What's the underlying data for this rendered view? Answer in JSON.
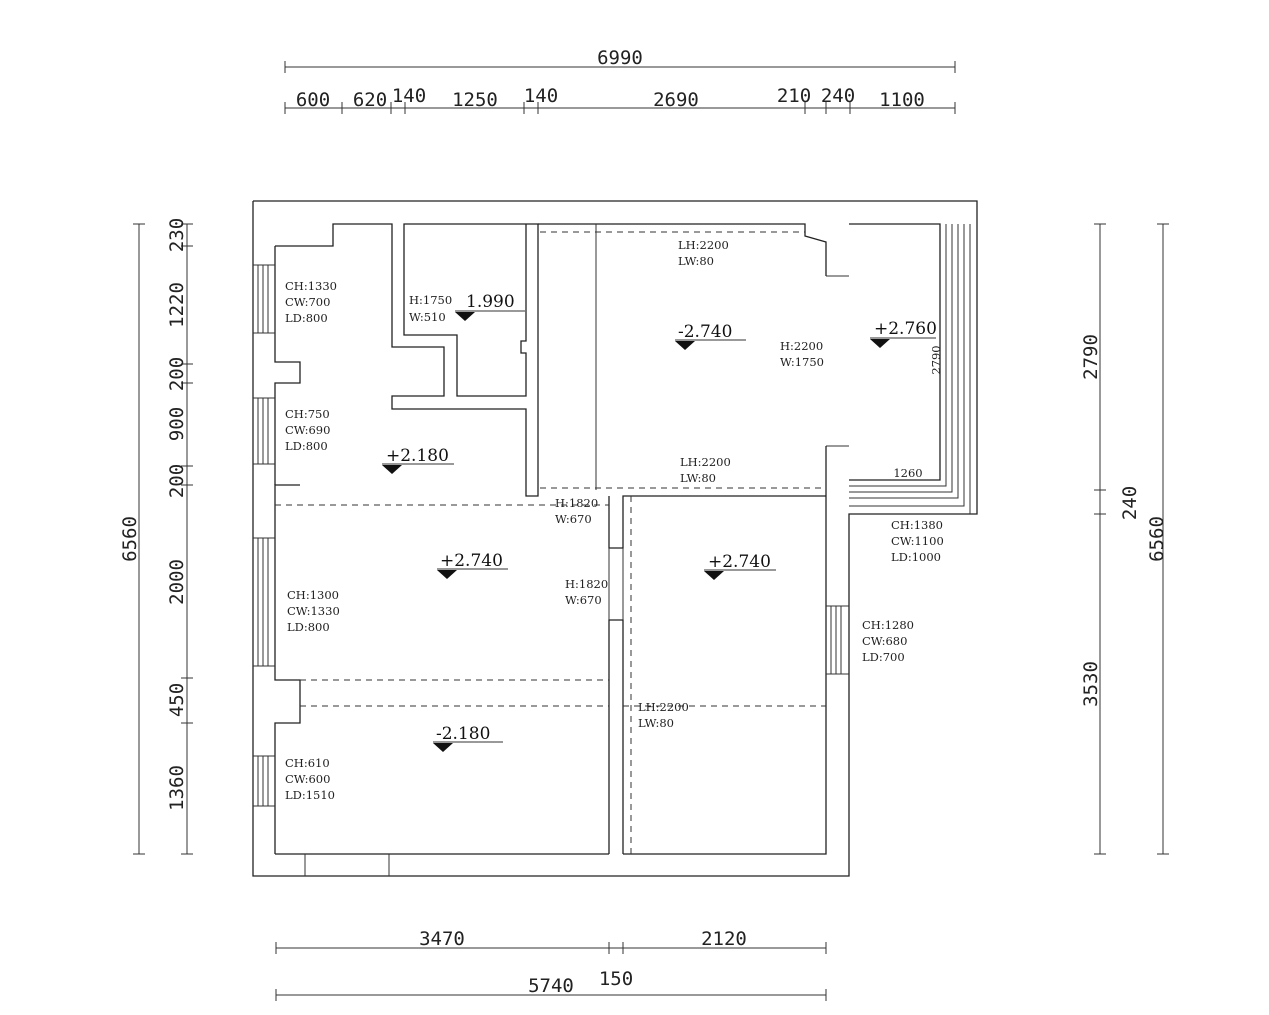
{
  "dimensions": {
    "top_total": "6990",
    "top_segments": [
      "600",
      "620",
      "140",
      "1250",
      "140",
      "2690",
      "210",
      "240",
      "1100"
    ],
    "left_total": "6560",
    "left_segments": [
      "230",
      "1220",
      "200",
      "900",
      "200",
      "2000",
      "450",
      "1360"
    ],
    "right_total": "6560",
    "right_segments": [
      "2790",
      "240",
      "3530"
    ],
    "bottom_segments": [
      "3470",
      "2120"
    ],
    "bottom_total": "5740",
    "bottom_extra": "150"
  },
  "window_notes": [
    {
      "lines": [
        "CH:1330",
        "CW:700",
        "LD:800"
      ]
    },
    {
      "lines": [
        "CH:750",
        "CW:690",
        "LD:800"
      ]
    },
    {
      "lines": [
        "CH:1300",
        "CW:1330",
        "LD:800"
      ]
    },
    {
      "lines": [
        "CH:610",
        "CW:600",
        "LD:1510"
      ]
    },
    {
      "lines": [
        "CH:1380",
        "CW:1100",
        "LD:1000"
      ]
    },
    {
      "lines": [
        "CH:1280",
        "CW:680",
        "LD:700"
      ]
    }
  ],
  "door_notes": [
    {
      "lines": [
        "H:1750",
        "W:510"
      ]
    },
    {
      "lines": [
        "H:2200",
        "W:1750"
      ]
    },
    {
      "lines": [
        "H:1820",
        "W:670"
      ]
    },
    {
      "lines": [
        "H:1820",
        "W:670"
      ]
    }
  ],
  "beam_notes": [
    {
      "lines": [
        "LH:2200",
        "LW:80"
      ]
    },
    {
      "lines": [
        "LH:2200",
        "LW:80"
      ]
    },
    {
      "lines": [
        "LH:2200",
        "LW:80"
      ]
    }
  ],
  "elevations": [
    "1.990",
    "-2.740",
    "+2.760",
    "+2.180",
    "+2.740",
    "+2.740",
    "-2.180"
  ],
  "balcony_labels": [
    "2790",
    "1260"
  ]
}
